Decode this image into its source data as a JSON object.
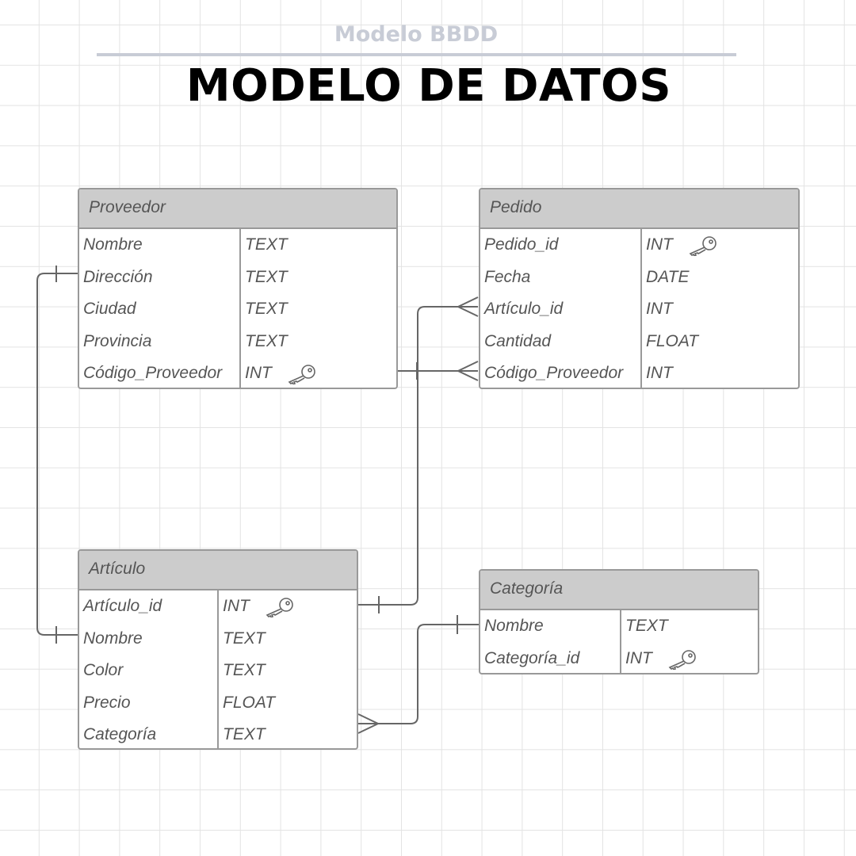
{
  "subtitle": "Modelo BBDD",
  "title": "MODELO DE DATOS",
  "entities": {
    "proveedor": {
      "name": "Proveedor",
      "rows": [
        {
          "field": "Nombre",
          "type": "TEXT",
          "key": false
        },
        {
          "field": "Dirección",
          "type": "TEXT",
          "key": false
        },
        {
          "field": "Ciudad",
          "type": "TEXT",
          "key": false
        },
        {
          "field": "Provincia",
          "type": "TEXT",
          "key": false
        },
        {
          "field": "Código_Proveedor",
          "type": "INT",
          "key": true
        }
      ]
    },
    "pedido": {
      "name": "Pedido",
      "rows": [
        {
          "field": "Pedido_id",
          "type": "INT",
          "key": true
        },
        {
          "field": "Fecha",
          "type": "DATE",
          "key": false
        },
        {
          "field": "Artículo_id",
          "type": "INT",
          "key": false
        },
        {
          "field": "Cantidad",
          "type": "FLOAT",
          "key": false
        },
        {
          "field": "Código_Proveedor",
          "type": "INT",
          "key": false
        }
      ]
    },
    "articulo": {
      "name": "Artículo",
      "rows": [
        {
          "field": "Artículo_id",
          "type": "INT",
          "key": true
        },
        {
          "field": "Nombre",
          "type": "TEXT",
          "key": false
        },
        {
          "field": "Color",
          "type": "TEXT",
          "key": false
        },
        {
          "field": "Precio",
          "type": "FLOAT",
          "key": false
        },
        {
          "field": "Categoría",
          "type": "TEXT",
          "key": false
        }
      ]
    },
    "categoria": {
      "name": "Categoría",
      "rows": [
        {
          "field": "Nombre",
          "type": "TEXT",
          "key": false
        },
        {
          "field": "Categoría_id",
          "type": "INT",
          "key": true
        }
      ]
    }
  },
  "relationships": [
    {
      "from": "Proveedor.Dirección",
      "to": "Artículo.Nombre",
      "from_end": "one",
      "to_end": "one"
    },
    {
      "from": "Proveedor.Código_Proveedor",
      "to": "Pedido.Código_Proveedor",
      "from_end": "one",
      "to_end": "many"
    },
    {
      "from": "Artículo.Artículo_id",
      "to": "Pedido.Artículo_id",
      "from_end": "one",
      "to_end": "many"
    },
    {
      "from": "Categoría.Nombre",
      "to": "Artículo.Categoría",
      "from_end": "one",
      "to_end": "many"
    }
  ],
  "colors": {
    "header_fill": "#cccccc",
    "border": "#999999",
    "text": "#555555",
    "line": "#666666"
  }
}
